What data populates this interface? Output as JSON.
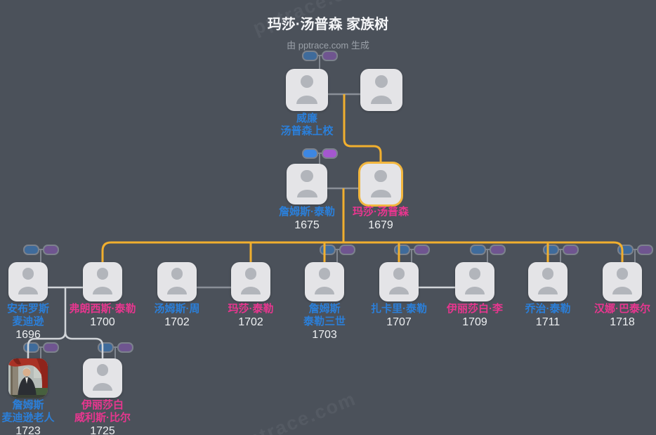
{
  "header": {
    "title": "玛莎·汤普森 家族树",
    "subtitle": "由 pptrace.com 生成"
  },
  "watermark": "pptrace.com",
  "colors": {
    "background": "#4b515a",
    "male_name": "#2b7fd9",
    "female_name": "#e8368f",
    "lineage_line": "#f1af2e",
    "highlight_border": "#f2b63e",
    "spouse_line": "#8a8f97",
    "descent_line": "#d2d5d9",
    "husband_pill_bright": "#3d87e2",
    "wife_pill_bright": "#a457cf",
    "husband_pill_muted": "#3f6b9b",
    "wife_pill_muted": "#6f5590"
  },
  "persons": [
    {
      "name": "威廉\n汤普森上校",
      "year": "",
      "gender": "male"
    },
    {
      "name": "",
      "year": "",
      "gender": "female"
    },
    {
      "name": "詹姆斯·泰勒",
      "year": "1675",
      "gender": "male"
    },
    {
      "name": "玛莎·汤普森",
      "year": "1679",
      "gender": "female",
      "highlighted": true
    },
    {
      "name": "安布罗斯\n麦迪逊",
      "year": "1696",
      "gender": "male"
    },
    {
      "name": "弗朗西斯·泰勒",
      "year": "1700",
      "gender": "female"
    },
    {
      "name": "汤姆斯·周",
      "year": "1702",
      "gender": "male"
    },
    {
      "name": "玛莎·泰勒",
      "year": "1702",
      "gender": "female"
    },
    {
      "name": "詹姆斯\n泰勒三世",
      "year": "1703",
      "gender": "male"
    },
    {
      "name": "扎卡里·泰勒",
      "year": "1707",
      "gender": "male"
    },
    {
      "name": "伊丽莎白·李",
      "year": "1709",
      "gender": "female"
    },
    {
      "name": "乔治·泰勒",
      "year": "1711",
      "gender": "male"
    },
    {
      "name": "汉娜·巴泰尔",
      "year": "1718",
      "gender": "female"
    },
    {
      "name": "詹姆斯\n麦迪逊老人",
      "year": "1723",
      "gender": "male",
      "portrait": true
    },
    {
      "name": "伊丽莎白\n威利斯·比尔",
      "year": "1725",
      "gender": "female"
    }
  ]
}
